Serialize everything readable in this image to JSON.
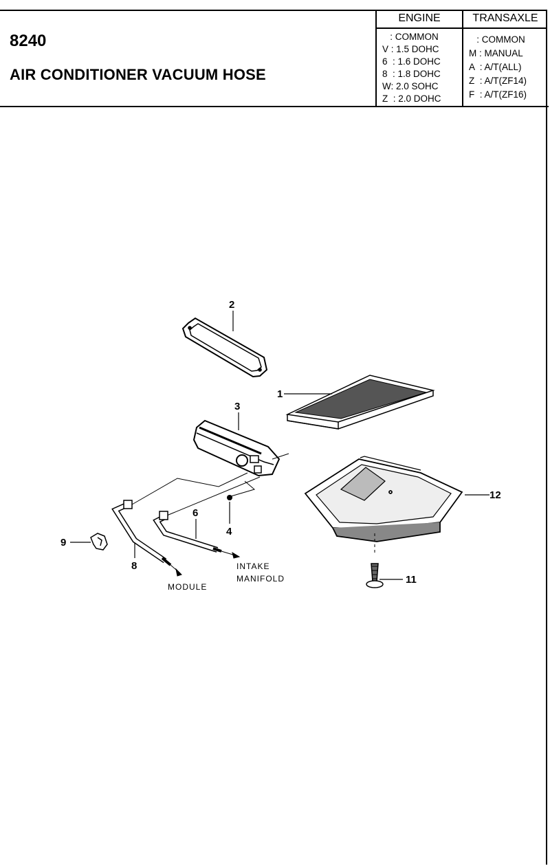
{
  "header": {
    "code": "8240",
    "title": "AIR CONDITIONER VACUUM HOSE"
  },
  "engine": {
    "heading": "ENGINE",
    "rows": [
      "   : COMMON",
      "V : 1.5 DOHC",
      "6  : 1.6 DOHC",
      "8  : 1.8 DOHC",
      "W: 2.0 SOHC",
      "Z  : 2.0 DOHC"
    ]
  },
  "transaxle": {
    "heading": "TRANSAXLE",
    "rows": [
      "   : COMMON",
      "M : MANUAL",
      "A  : A/T(ALL)",
      "Z  : A/T(ZF14)",
      "F  : A/T(ZF16)"
    ]
  },
  "callouts": {
    "p1": "1",
    "p2": "2",
    "p3": "3",
    "p4": "4",
    "p6": "6",
    "p8": "8",
    "p9": "9",
    "p11": "11",
    "p12": "12"
  },
  "notes": {
    "module": "MODULE",
    "intake_line1": "INTAKE",
    "intake_line2": "MANIFOLD"
  }
}
